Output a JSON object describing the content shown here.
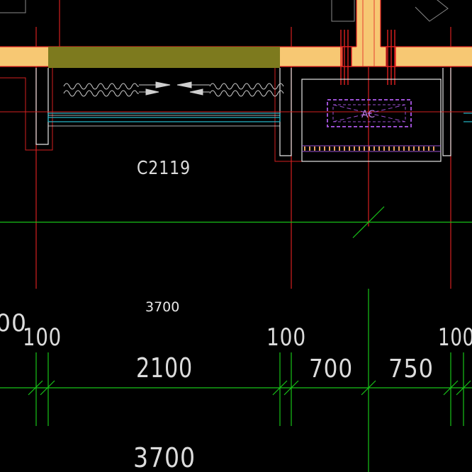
{
  "drawing": {
    "window_tag": "C2119",
    "ac_unit": "AC",
    "span_label": "3700",
    "dims": {
      "partial_left": "00",
      "wall_left": "100",
      "window_width": "2100",
      "wall_mid": "100",
      "seg_a": "700",
      "seg_b": "750",
      "wall_right": "100",
      "total": "3700"
    }
  },
  "colors": {
    "background": "#000000",
    "wall_fill": "#f7c873",
    "wall_red": "#e02020",
    "window_olive": "#7d7a1e",
    "glazing_cyan": "#26b7c8",
    "dim_green": "#18c418",
    "ac_purple": "#9a4fd1",
    "text": "#e6e6e6"
  }
}
